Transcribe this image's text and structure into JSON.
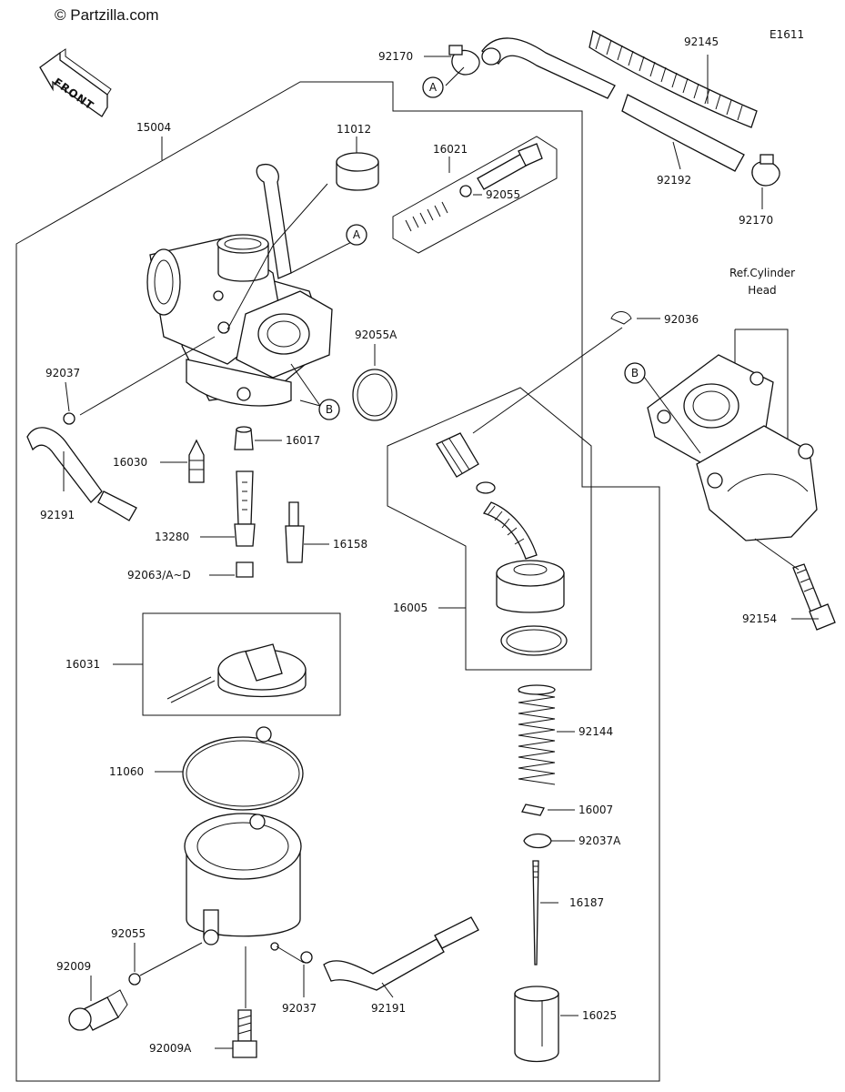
{
  "watermark": "© Partzilla.com",
  "front_label": "FRONT",
  "diagram_code": "E1611",
  "ref_label_line1": "Ref.Cylinder",
  "ref_label_line2": "Head",
  "callouts": {
    "a_top": "A",
    "a_mid": "A",
    "b_mid": "B",
    "b_right": "B"
  },
  "parts": [
    {
      "id": "92170_top",
      "number": "92170"
    },
    {
      "id": "92145",
      "number": "92145"
    },
    {
      "id": "92192",
      "number": "92192"
    },
    {
      "id": "92170_right",
      "number": "92170"
    },
    {
      "id": "15004",
      "number": "15004"
    },
    {
      "id": "11012",
      "number": "11012"
    },
    {
      "id": "16021",
      "number": "16021"
    },
    {
      "id": "92055_top",
      "number": "92055"
    },
    {
      "id": "92055A",
      "number": "92055A"
    },
    {
      "id": "92036",
      "number": "92036"
    },
    {
      "id": "92037_left",
      "number": "92037"
    },
    {
      "id": "16017",
      "number": "16017"
    },
    {
      "id": "16030",
      "number": "16030"
    },
    {
      "id": "92191_left",
      "number": "92191"
    },
    {
      "id": "13280",
      "number": "13280"
    },
    {
      "id": "16158",
      "number": "16158"
    },
    {
      "id": "92063",
      "number": "92063/A~D"
    },
    {
      "id": "16005",
      "number": "16005"
    },
    {
      "id": "92154",
      "number": "92154"
    },
    {
      "id": "16031",
      "number": "16031"
    },
    {
      "id": "92144",
      "number": "92144"
    },
    {
      "id": "11060",
      "number": "11060"
    },
    {
      "id": "16007",
      "number": "16007"
    },
    {
      "id": "92037A",
      "number": "92037A"
    },
    {
      "id": "16187",
      "number": "16187"
    },
    {
      "id": "92055_bottom",
      "number": "92055"
    },
    {
      "id": "92009",
      "number": "92009"
    },
    {
      "id": "92037_bottom",
      "number": "92037"
    },
    {
      "id": "92191_bottom",
      "number": "92191"
    },
    {
      "id": "16025",
      "number": "16025"
    },
    {
      "id": "92009A",
      "number": "92009A"
    }
  ]
}
